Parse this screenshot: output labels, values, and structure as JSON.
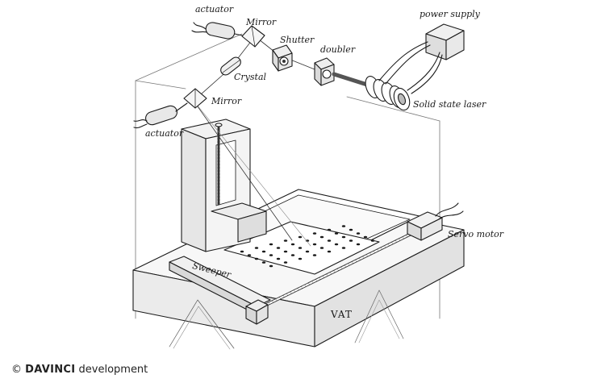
{
  "labels": {
    "actuator_top": "actuator",
    "mirror_top": "Mirror",
    "shutter": "Shutter",
    "doubler": "doubler",
    "power_supply": "power supply",
    "crystal": "Crystal",
    "mirror_lower": "Mirror",
    "actuator_lower": "actuator",
    "solid_state_laser": "Solid state laser",
    "servo_motor": "Servo motor",
    "sweeper": "Sweeper",
    "vat": "VAT"
  },
  "copyright": {
    "symbol": "©",
    "brand": "DAVINCI",
    "suffix": "development"
  }
}
